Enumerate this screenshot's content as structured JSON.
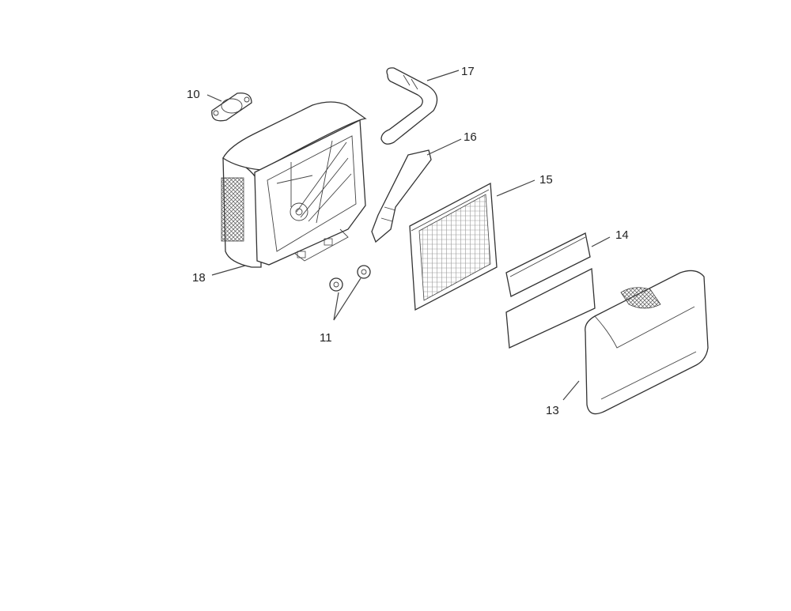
{
  "parts": [
    {
      "id": "p10",
      "number": "10"
    },
    {
      "id": "p11",
      "number": "11"
    },
    {
      "id": "p13",
      "number": "13"
    },
    {
      "id": "p14",
      "number": "14"
    },
    {
      "id": "p15",
      "number": "15"
    },
    {
      "id": "p16",
      "number": "16"
    },
    {
      "id": "p17",
      "number": "17"
    },
    {
      "id": "p18",
      "number": "18"
    }
  ]
}
